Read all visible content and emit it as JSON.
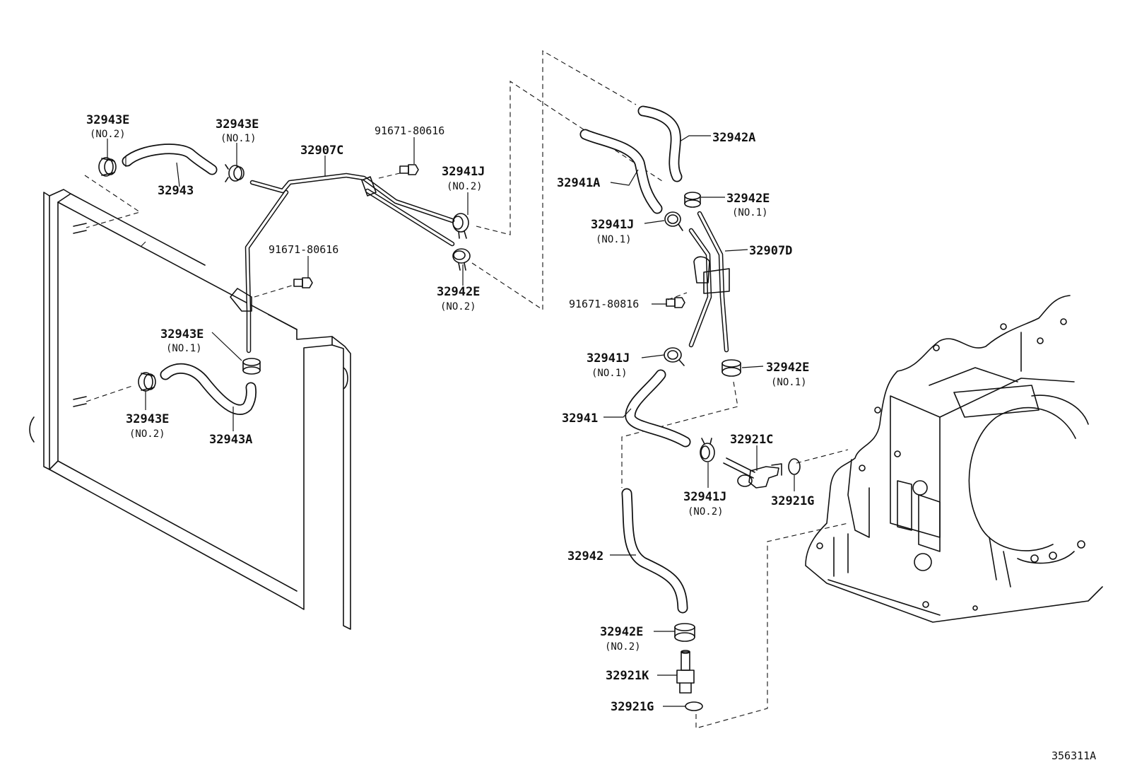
{
  "labels": [
    {
      "id": "l1",
      "text": "32943E",
      "sub": "(NO.2)"
    },
    {
      "id": "l2",
      "text": "32943E",
      "sub": "(NO.1)"
    },
    {
      "id": "l3",
      "text": "32943",
      "sub": ""
    },
    {
      "id": "l4",
      "text": "32907C",
      "sub": ""
    },
    {
      "id": "l5",
      "text": "91671-80616",
      "sub": ""
    },
    {
      "id": "l6",
      "text": "32941J",
      "sub": "(NO.2)"
    },
    {
      "id": "l7",
      "text": "91671-80616",
      "sub": ""
    },
    {
      "id": "l8",
      "text": "32942E",
      "sub": "(NO.2)"
    },
    {
      "id": "l9",
      "text": "32943E",
      "sub": "(NO.1)"
    },
    {
      "id": "l10",
      "text": "32943E",
      "sub": "(NO.2)"
    },
    {
      "id": "l11",
      "text": "32943A",
      "sub": ""
    },
    {
      "id": "l12",
      "text": "32942A",
      "sub": ""
    },
    {
      "id": "l13",
      "text": "32941A",
      "sub": ""
    },
    {
      "id": "l14",
      "text": "32942E",
      "sub": "(NO.1)"
    },
    {
      "id": "l15",
      "text": "32941J",
      "sub": "(NO.1)"
    },
    {
      "id": "l16",
      "text": "32907D",
      "sub": ""
    },
    {
      "id": "l17",
      "text": "91671-80816",
      "sub": ""
    },
    {
      "id": "l18",
      "text": "32941J",
      "sub": "(NO.1)"
    },
    {
      "id": "l19",
      "text": "32942E",
      "sub": "(NO.1)"
    },
    {
      "id": "l20",
      "text": "32941",
      "sub": ""
    },
    {
      "id": "l21",
      "text": "32921C",
      "sub": ""
    },
    {
      "id": "l22",
      "text": "32921G",
      "sub": ""
    },
    {
      "id": "l23",
      "text": "32941J",
      "sub": "(NO.2)"
    },
    {
      "id": "l24",
      "text": "32942",
      "sub": ""
    },
    {
      "id": "l25",
      "text": "32942E",
      "sub": "(NO.2)"
    },
    {
      "id": "l26",
      "text": "32921K",
      "sub": ""
    },
    {
      "id": "l27",
      "text": "32921G",
      "sub": ""
    }
  ],
  "diagram_id": "356311A"
}
